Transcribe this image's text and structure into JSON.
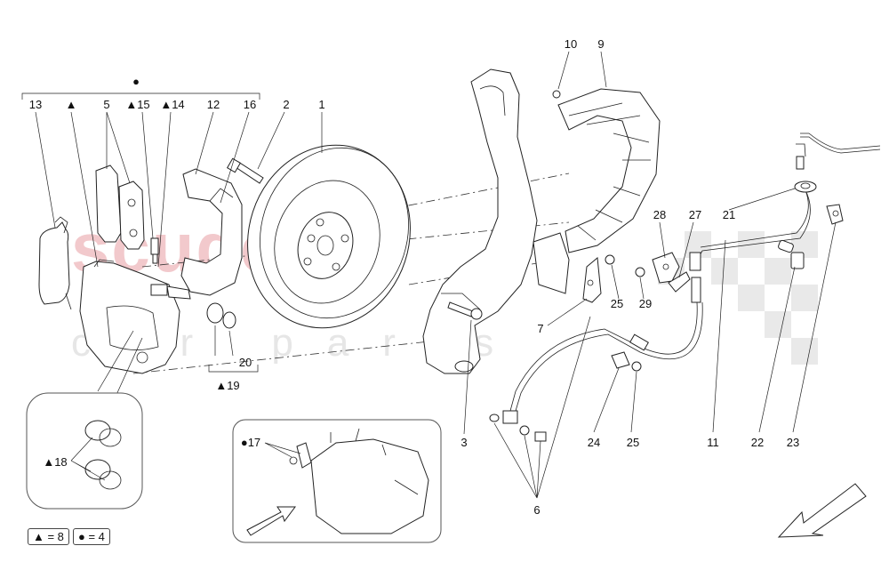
{
  "watermark": {
    "main": "scuderia",
    "sub": "car parts"
  },
  "group_marker": "●",
  "labels": {
    "p1": "1",
    "p2": "2",
    "p3": "3",
    "p5": "5",
    "p6": "6",
    "p7": "7",
    "p9": "9",
    "p10": "10",
    "p11": "11",
    "p12": "12",
    "p13": "13",
    "p14": "▲14",
    "p15": "▲15",
    "p16": "16",
    "p17": "●17",
    "p18": "▲18",
    "p19": "▲19",
    "p20": "20",
    "p21": "21",
    "p22": "22",
    "p23": "23",
    "p24": "24",
    "p25a": "25",
    "p25b": "25",
    "p27": "27",
    "p28": "28",
    "p29": "29",
    "ptri": "▲"
  },
  "legend": {
    "triangle": "▲ = 8",
    "dot": "● = 4"
  },
  "colors": {
    "line": "#222222",
    "watermark": "#f2c9cc",
    "checker": "#e4e4e4"
  }
}
